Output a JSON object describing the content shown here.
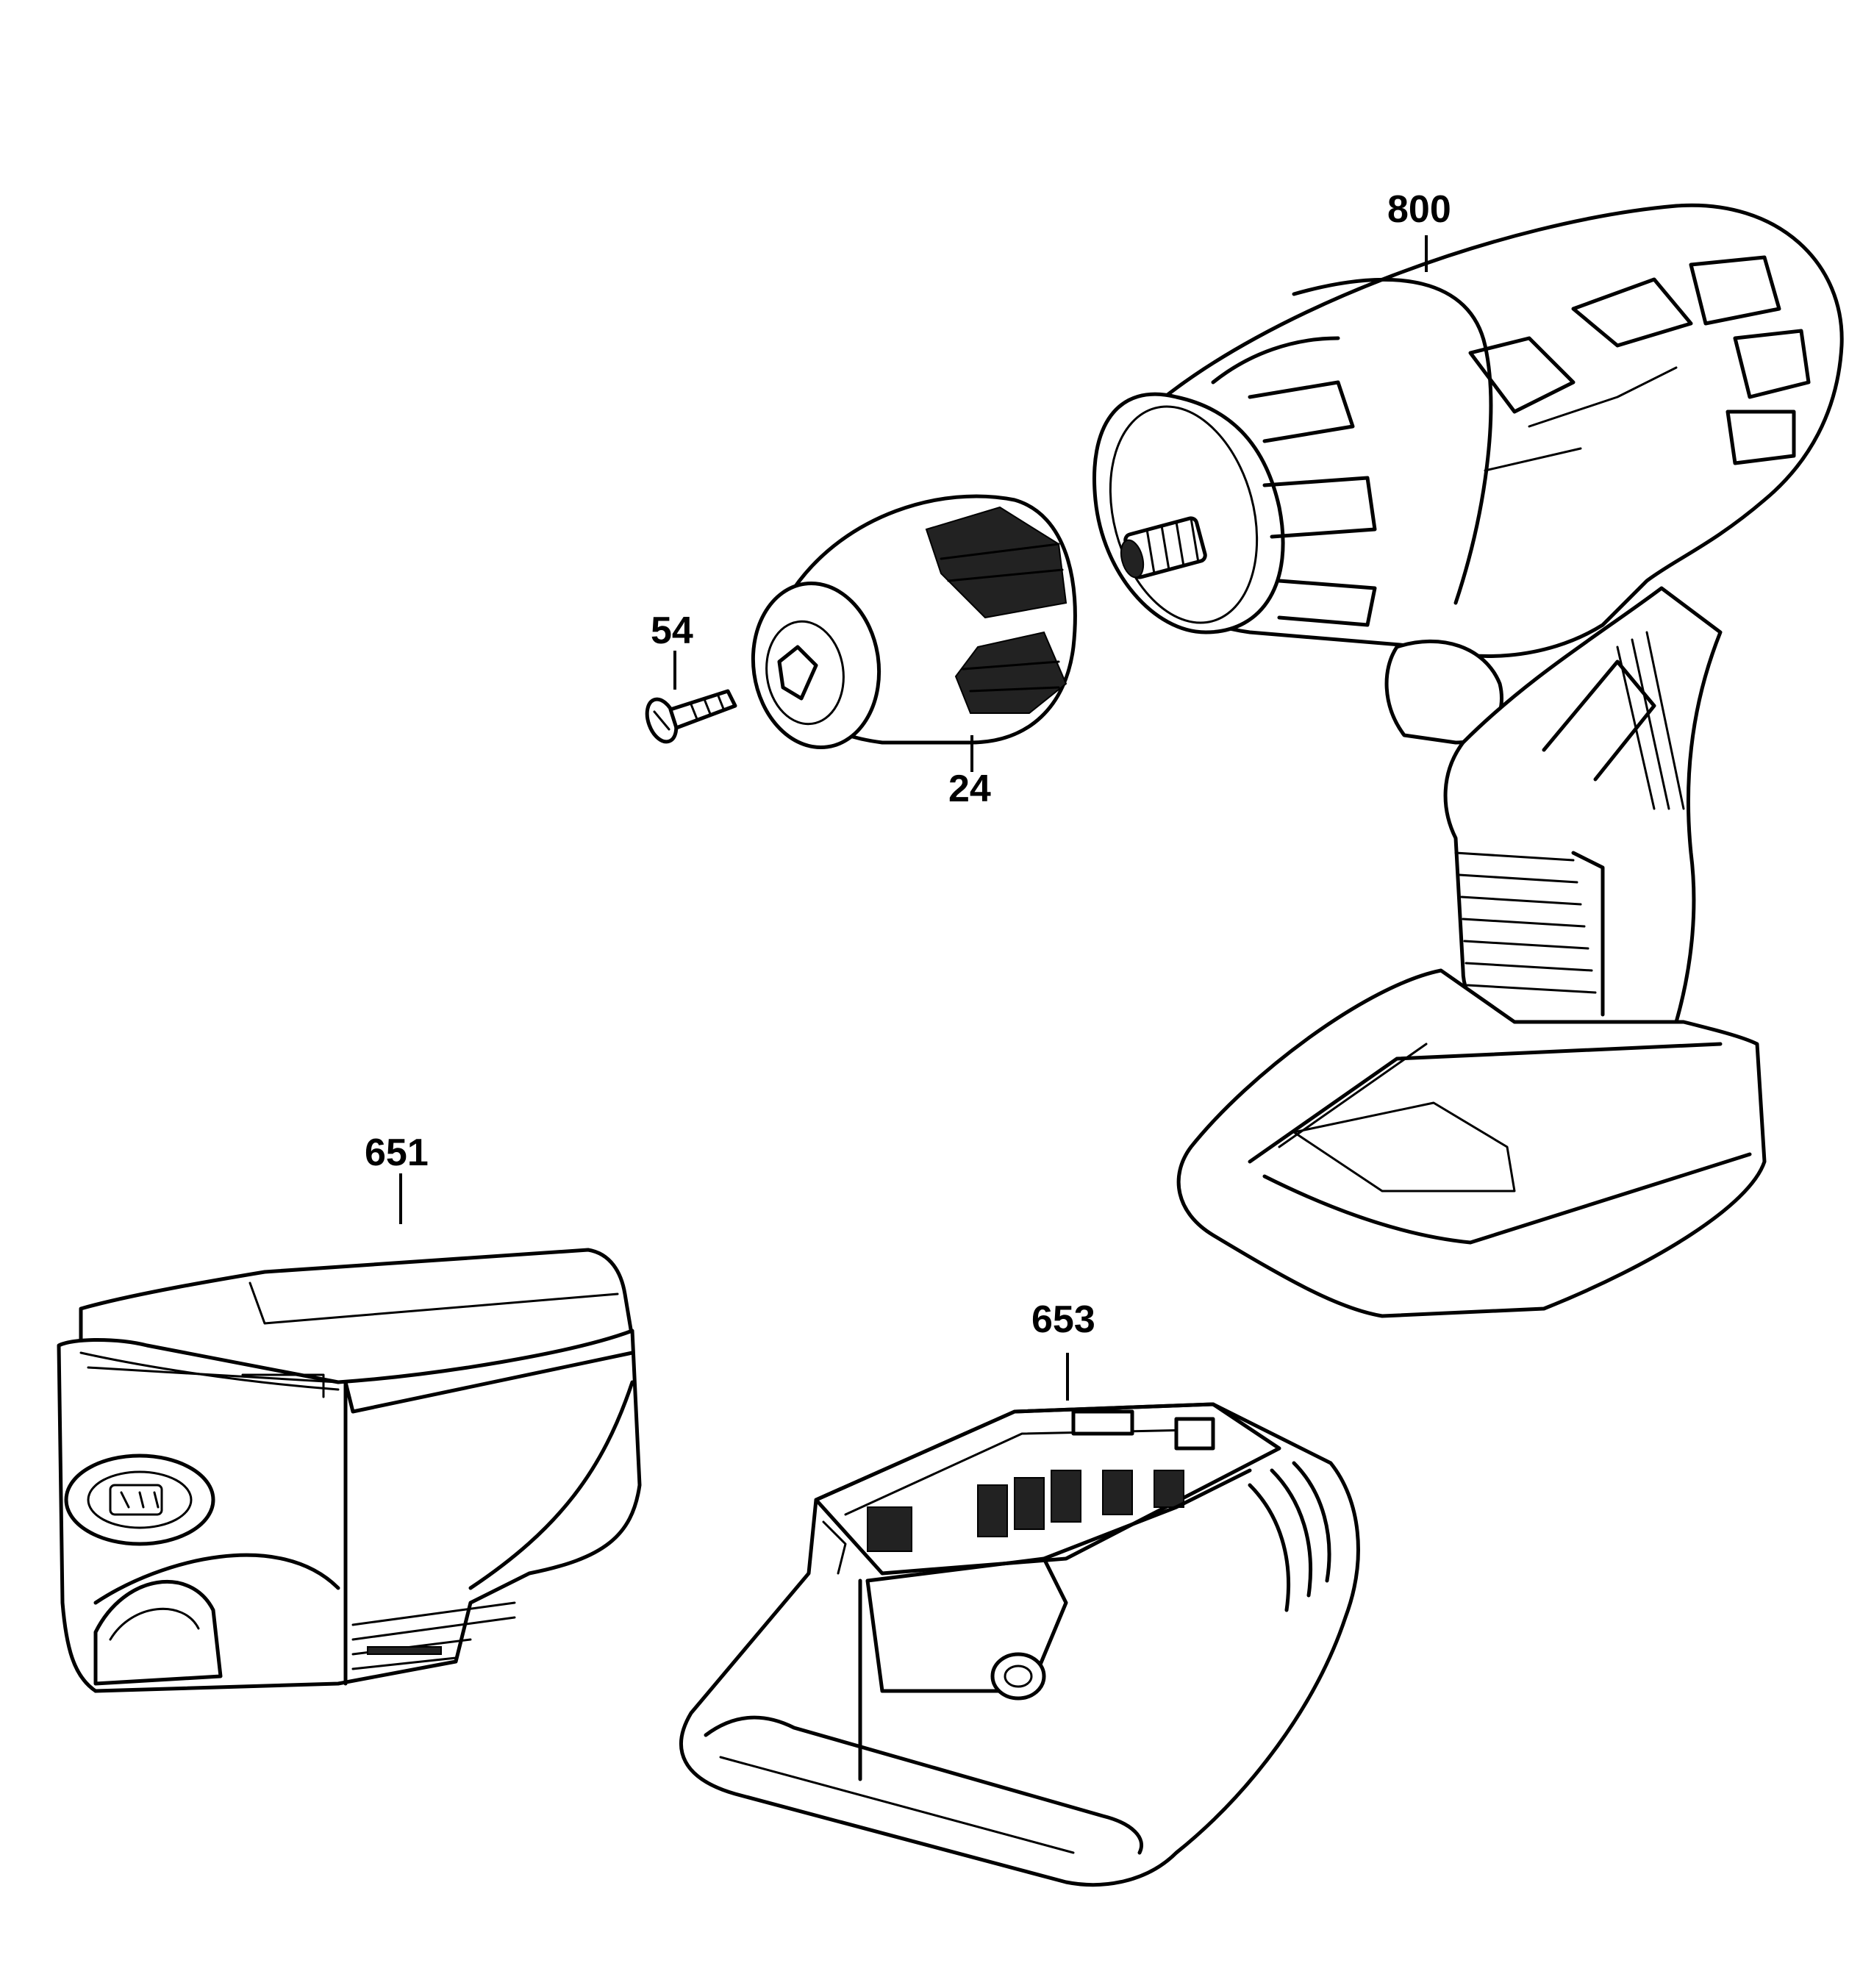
{
  "diagram": {
    "parts": [
      {
        "id": "800",
        "label": "800",
        "description": "drill-body"
      },
      {
        "id": "24",
        "label": "24",
        "description": "chuck"
      },
      {
        "id": "54",
        "label": "54",
        "description": "screw"
      },
      {
        "id": "651",
        "label": "651",
        "description": "battery-pack"
      },
      {
        "id": "653",
        "label": "653",
        "description": "charger"
      }
    ]
  },
  "colors": {
    "ink": "#000000",
    "background": "#ffffff"
  }
}
